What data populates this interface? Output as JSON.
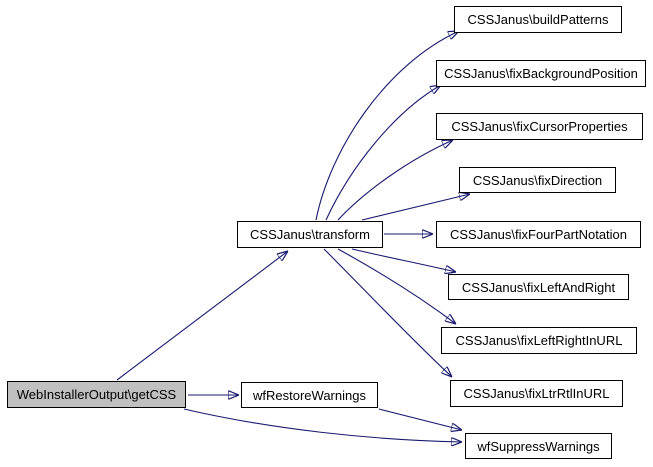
{
  "diagram": {
    "type": "doxygen-call-graph",
    "colors": {
      "background": "#ffffff",
      "edge": "#191970",
      "node_border": "#000000",
      "node_fill": "#ffffff",
      "highlight_fill": "#c0c0c0",
      "text": "#000000"
    },
    "nodes": {
      "getcss": {
        "label": "WebInstallerOutput\\getCSS",
        "highlighted": true
      },
      "transform": {
        "label": "CSSJanus\\transform",
        "highlighted": false
      },
      "restore": {
        "label": "wfRestoreWarnings",
        "highlighted": false
      },
      "buildpatterns": {
        "label": "CSSJanus\\buildPatterns",
        "highlighted": false
      },
      "fixbackground": {
        "label": "CSSJanus\\fixBackgroundPosition",
        "highlighted": false
      },
      "fixcursor": {
        "label": "CSSJanus\\fixCursorProperties",
        "highlighted": false
      },
      "fixdirection": {
        "label": "CSSJanus\\fixDirection",
        "highlighted": false
      },
      "fixfourpart": {
        "label": "CSSJanus\\fixFourPartNotation",
        "highlighted": false
      },
      "fixleftandright": {
        "label": "CSSJanus\\fixLeftAndRight",
        "highlighted": false
      },
      "fixleftright": {
        "label": "CSSJanus\\fixLeftRightInURL",
        "highlighted": false
      },
      "fixltrrtl": {
        "label": "CSSJanus\\fixLtrRtlInURL",
        "highlighted": false
      },
      "suppress": {
        "label": "wfSuppressWarnings",
        "highlighted": false
      }
    },
    "edges": [
      {
        "from": "WebInstallerOutput\\getCSS",
        "to": "CSSJanus\\transform"
      },
      {
        "from": "WebInstallerOutput\\getCSS",
        "to": "wfRestoreWarnings"
      },
      {
        "from": "WebInstallerOutput\\getCSS",
        "to": "wfSuppressWarnings"
      },
      {
        "from": "wfRestoreWarnings",
        "to": "wfSuppressWarnings"
      },
      {
        "from": "CSSJanus\\transform",
        "to": "CSSJanus\\buildPatterns"
      },
      {
        "from": "CSSJanus\\transform",
        "to": "CSSJanus\\fixBackgroundPosition"
      },
      {
        "from": "CSSJanus\\transform",
        "to": "CSSJanus\\fixCursorProperties"
      },
      {
        "from": "CSSJanus\\transform",
        "to": "CSSJanus\\fixDirection"
      },
      {
        "from": "CSSJanus\\transform",
        "to": "CSSJanus\\fixFourPartNotation"
      },
      {
        "from": "CSSJanus\\transform",
        "to": "CSSJanus\\fixLeftAndRight"
      },
      {
        "from": "CSSJanus\\transform",
        "to": "CSSJanus\\fixLeftRightInURL"
      },
      {
        "from": "CSSJanus\\transform",
        "to": "CSSJanus\\fixLtrRtlInURL"
      }
    ]
  }
}
